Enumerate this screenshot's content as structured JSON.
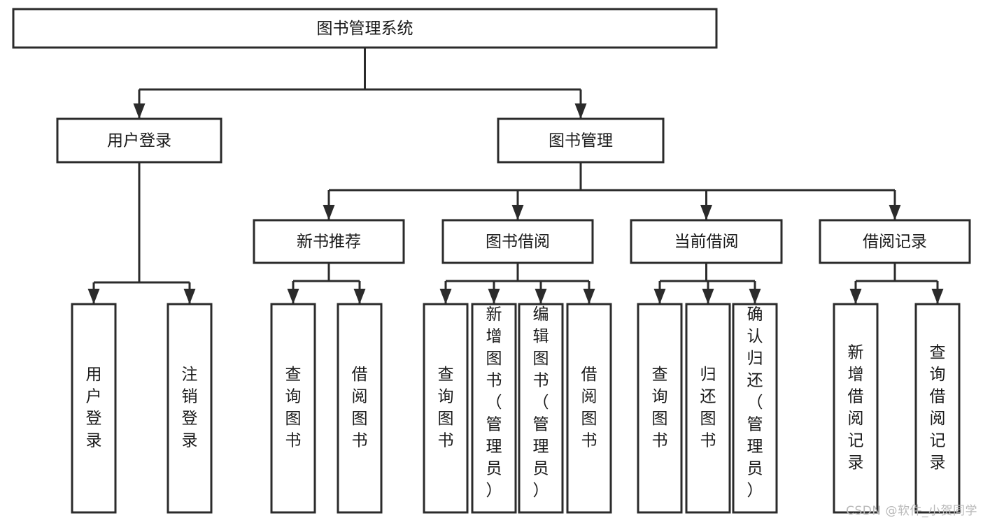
{
  "diagram": {
    "title": "图书管理系统",
    "type": "tree-hierarchy-diagram",
    "orientation": "top-down",
    "colors": {
      "box_stroke": "#2b2b2b",
      "box_fill": "#ffffff",
      "connector": "#2b2b2b",
      "text": "#1a1a1a",
      "watermark": "#b9b9b9"
    },
    "root": {
      "label": "图书管理系统"
    },
    "level2": [
      {
        "label": "用户登录"
      },
      {
        "label": "图书管理"
      }
    ],
    "level3": [
      {
        "label": "新书推荐"
      },
      {
        "label": "图书借阅"
      },
      {
        "label": "当前借阅"
      },
      {
        "label": "借阅记录"
      }
    ],
    "leaves": {
      "user_login": [
        {
          "label": "用户登录"
        },
        {
          "label": "注销登录"
        }
      ],
      "new_book_recommend": [
        {
          "label": "查询图书"
        },
        {
          "label": "借阅图书"
        }
      ],
      "book_borrow": [
        {
          "label": "查询图书"
        },
        {
          "label": "新增图书（管理员）"
        },
        {
          "label": "编辑图书（管理员）"
        },
        {
          "label": "借阅图书"
        }
      ],
      "current_borrow": [
        {
          "label": "查询图书"
        },
        {
          "label": "归还图书"
        },
        {
          "label": "确认归还（管理员）"
        }
      ],
      "borrow_record": [
        {
          "label": "新增借阅记录"
        },
        {
          "label": "查询借阅记录"
        }
      ]
    }
  },
  "watermark": {
    "text": "CSDN @软件_小贺同学"
  }
}
